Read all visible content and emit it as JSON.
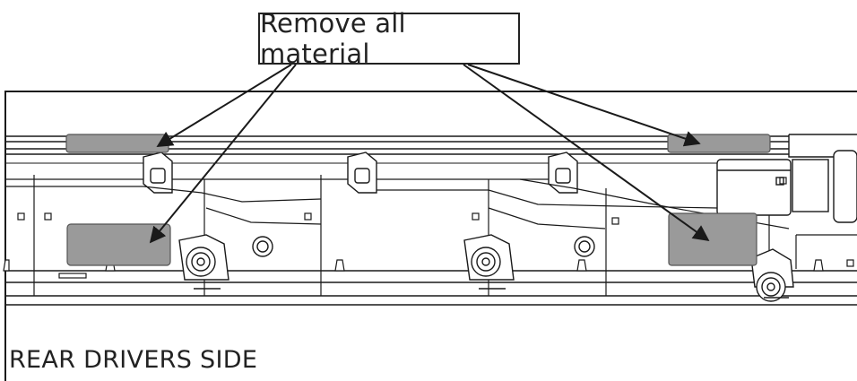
{
  "callout": {
    "text": "Remove all material"
  },
  "caption": {
    "text": "REAR DRIVERS SIDE"
  },
  "colors": {
    "line": "#1a1a1a",
    "highlight_fill": "#9a9a9a",
    "highlight_stroke": "#555555",
    "background": "#ffffff"
  },
  "regions": [
    {
      "name": "top-rail-left",
      "description": "material to remove"
    },
    {
      "name": "top-rail-right",
      "description": "material to remove"
    },
    {
      "name": "lower-panel-left",
      "description": "material to remove"
    },
    {
      "name": "lower-panel-right",
      "description": "material to remove"
    }
  ]
}
